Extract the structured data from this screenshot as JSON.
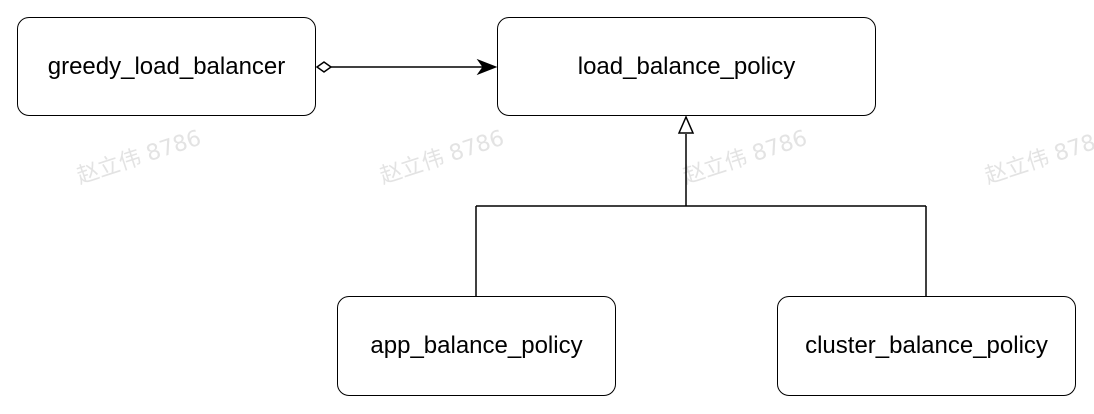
{
  "nodes": {
    "greedy_load_balancer": "greedy_load_balancer",
    "load_balance_policy": "load_balance_policy",
    "app_balance_policy": "app_balance_policy",
    "cluster_balance_policy": "cluster_balance_policy"
  },
  "watermark": "赵立伟 8786",
  "edges": [
    {
      "from": "greedy_load_balancer",
      "to": "load_balance_policy",
      "type": "aggregation"
    },
    {
      "from": "app_balance_policy",
      "to": "load_balance_policy",
      "type": "inheritance"
    },
    {
      "from": "cluster_balance_policy",
      "to": "load_balance_policy",
      "type": "inheritance"
    }
  ],
  "colors": {
    "stroke": "#000000",
    "background": "#ffffff",
    "watermark": "#e3e3e3"
  }
}
